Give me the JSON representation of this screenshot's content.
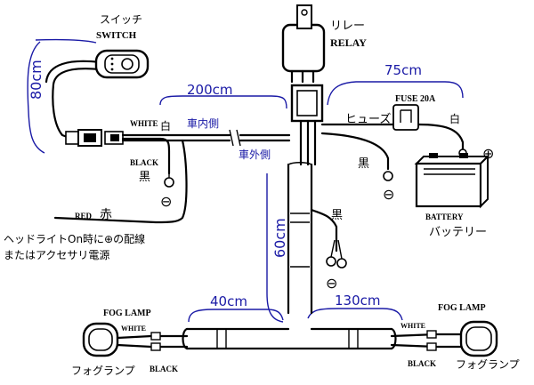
{
  "labels": {
    "switch_jp": "スイッチ",
    "switch_en": "SWITCH",
    "relay_jp": "リレー",
    "relay_en": "RELAY",
    "fuse_en": "FUSE 20A",
    "fuse_jp": "ヒューズ",
    "white_left": "WHITE",
    "white_jp_left": "白",
    "white_jp_right": "白",
    "black_left": "BLACK",
    "black_jp_left": "黒",
    "black_jp_mid": "黒",
    "black_jp_center": "黒",
    "red_en": "RED",
    "red_jp": "赤",
    "note_line1": "ヘッドライトOn時に⊕の配線",
    "note_line2": "またはアクセサリ電源",
    "inside_car": "車内側",
    "outside_car": "車外側",
    "battery_en": "BATTERY",
    "battery_jp": "バッテリー",
    "fog_lamp_left": "FOG LAMP",
    "fog_lamp_right": "FOG LAMP",
    "white_fog_left": "WHITE",
    "white_fog_right": "WHITE",
    "black_fog_left": "BLACK",
    "black_fog_right": "BLACK",
    "fog_jp_left": "フォグランプ",
    "fog_jp_right": "フォグランプ",
    "plus_symbol": "⊕",
    "minus_symbol": "⊖"
  },
  "dimensions": {
    "d80": "80cm",
    "d200": "200cm",
    "d75": "75cm",
    "d60": "60cm",
    "d40": "40cm",
    "d130": "130cm"
  },
  "colors": {
    "dimension": "#1a1aa6",
    "wire": "#000000"
  }
}
